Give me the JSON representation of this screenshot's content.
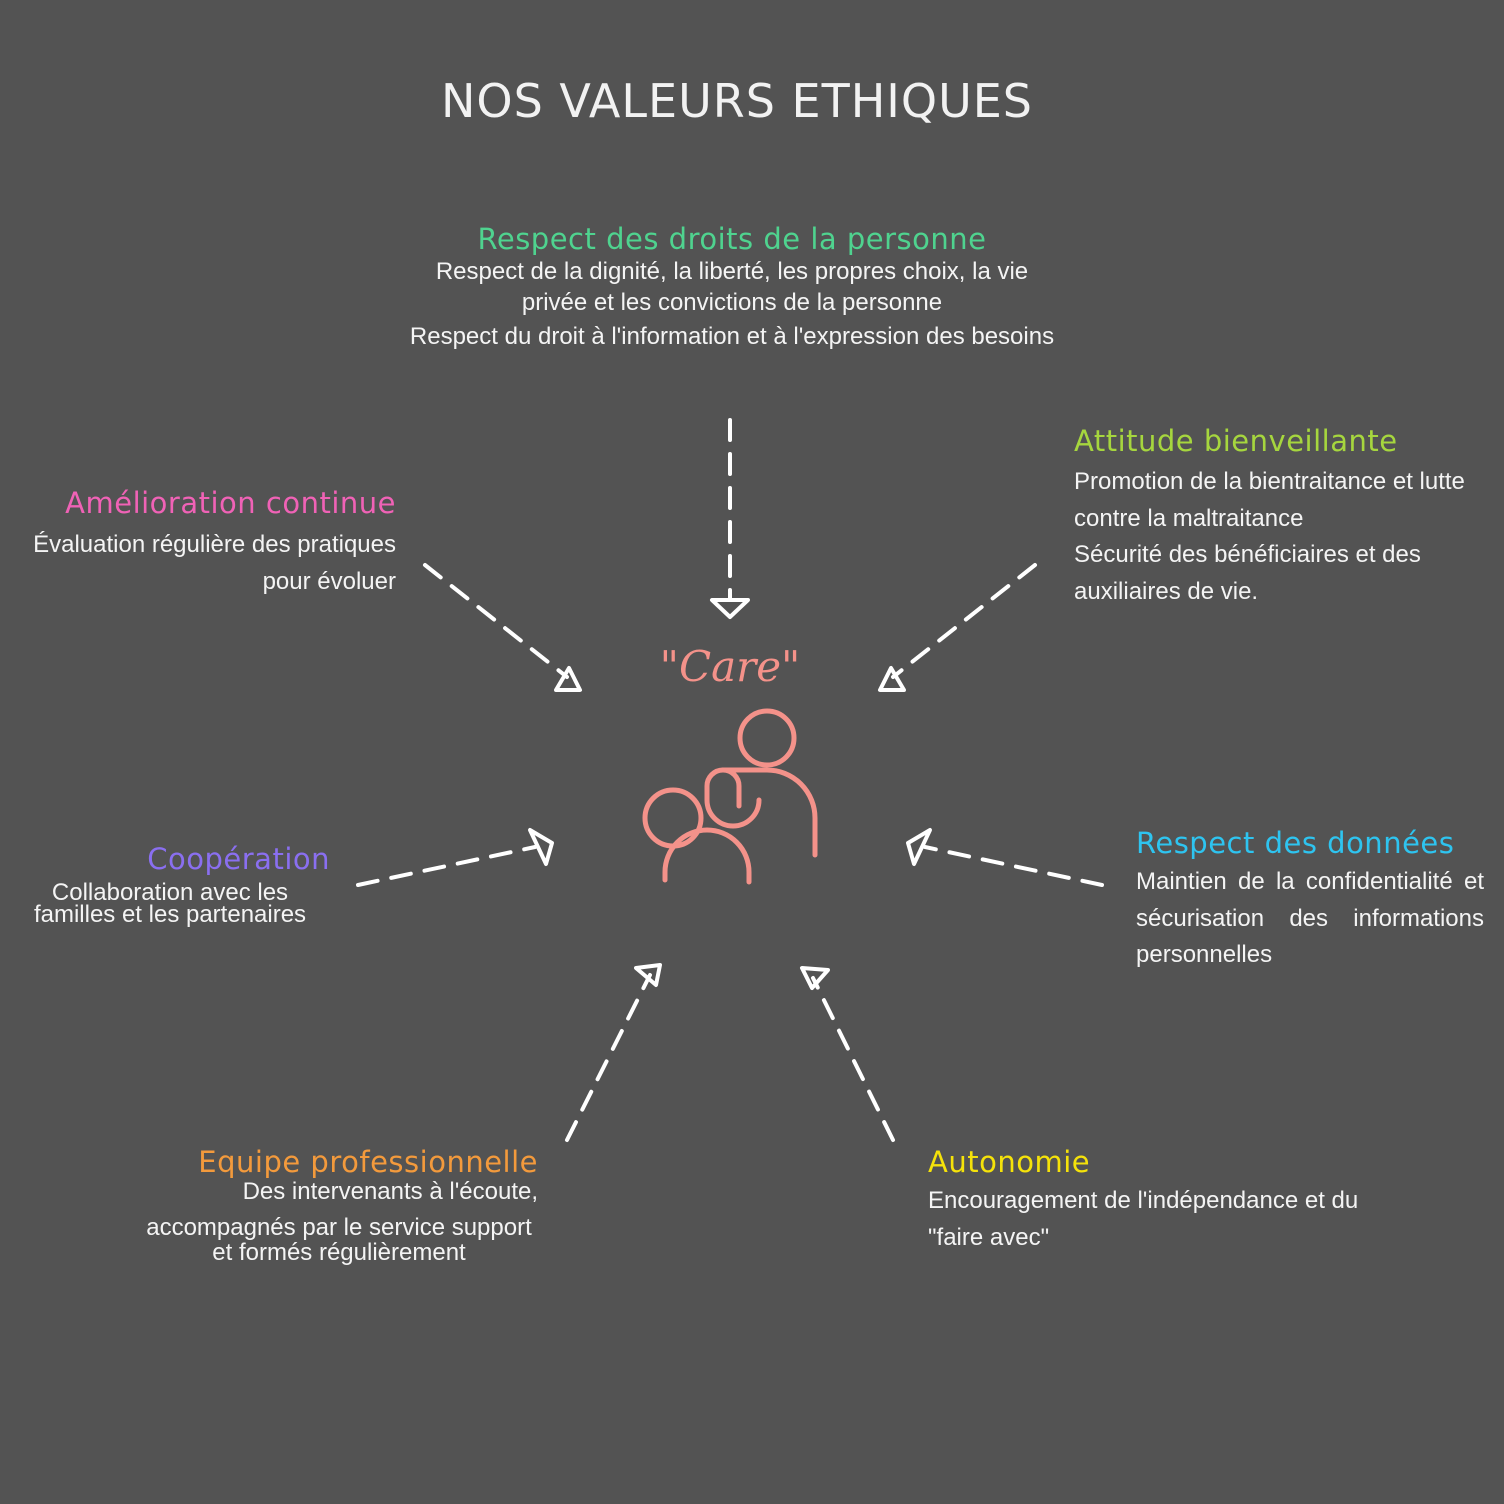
{
  "title": "NOS VALEURS ETHIQUES",
  "center": {
    "label": "\"Care\"",
    "icon": "parent-child-care-icon",
    "color": "#f4928a"
  },
  "values": {
    "droits": {
      "title": "Respect des droits de la personne",
      "color": "#4fd38f",
      "line1": "Respect de la dignité, la liberté, les propres choix, la vie privée et les convictions de la personne",
      "line2": "Respect du droit à l'information et à l'expression des besoins"
    },
    "bienveillante": {
      "title": "Attitude bienveillante",
      "color": "#a6d63e",
      "line1": "Promotion de la bientraitance et lutte contre la maltraitance",
      "line2": "Sécurité des bénéficiaires et des auxiliaires de vie."
    },
    "amelioration": {
      "title": "Amélioration continue",
      "color": "#f062b6",
      "line1": "Évaluation régulière des pratiques pour évoluer"
    },
    "cooperation": {
      "title": "Coopération",
      "color": "#8a6ff0",
      "line1": "Collaboration avec les familles et les partenaires"
    },
    "donnees": {
      "title": "Respect des données",
      "color": "#2ec4f0",
      "line1": "Maintien de la confidentialité et sécurisation des informations personnelles"
    },
    "equipe": {
      "title": "Equipe professionnelle",
      "color": "#f39a3c",
      "line1": "Des intervenants à l'écoute,",
      "line2": "accompagnés par le service support et formés régulièrement"
    },
    "autonomie": {
      "title": "Autonomie",
      "color": "#f5e20a",
      "line1": "Encouragement de l'indépendance et du \"faire avec\""
    }
  }
}
